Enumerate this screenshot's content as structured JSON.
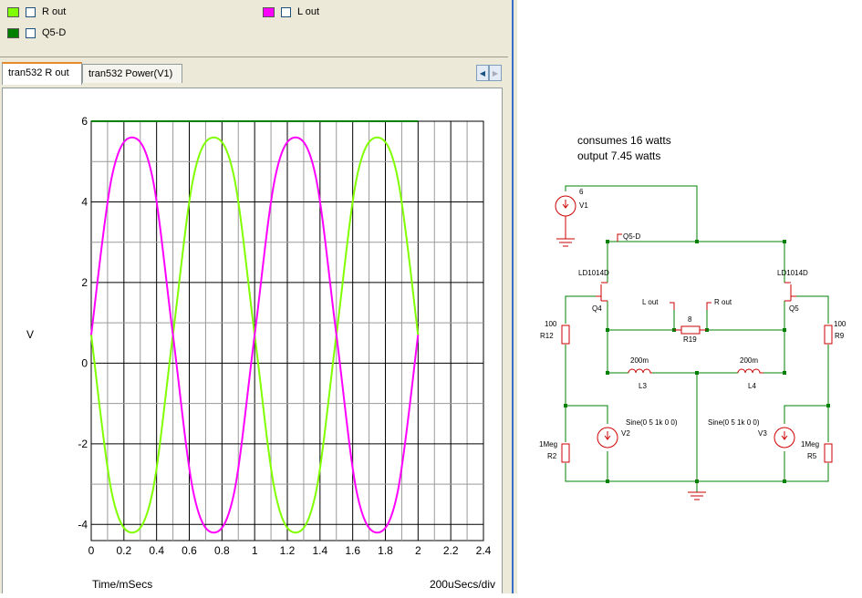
{
  "legend": {
    "items": [
      {
        "label": "R out",
        "color": "#80ff00"
      },
      {
        "label": "Q5-D",
        "color": "#008000"
      },
      {
        "label": "L out",
        "color": "#ff00ff"
      }
    ]
  },
  "tabs": [
    {
      "label": "tran532 R out",
      "active": true
    },
    {
      "label": "tran532 Power(V1)",
      "active": false
    }
  ],
  "tab_nav": {
    "left_icon": "triangle-left-icon",
    "right_icon": "triangle-right-icon"
  },
  "plot": {
    "y_unit": "V",
    "x_label": "Time/mSecs",
    "x_scale": "200uSecs/div"
  },
  "chart_data": {
    "type": "line",
    "xlim": [
      0,
      2.4
    ],
    "ylim": [
      -4.4,
      6
    ],
    "x_ticks": [
      "0",
      "0.2",
      "0.4",
      "0.6",
      "0.8",
      "1",
      "1.2",
      "1.4",
      "1.6",
      "1.8",
      "2",
      "2.2",
      "2.4"
    ],
    "y_ticks": [
      "-4",
      "-2",
      "0",
      "2",
      "4",
      "6"
    ],
    "grid": true,
    "series": [
      {
        "name": "R out",
        "color": "#80ff00",
        "x": [
          0,
          0.125,
          0.25,
          0.375,
          0.5,
          0.625,
          0.75,
          0.875,
          1.0,
          1.125,
          1.25,
          1.375,
          1.5,
          1.625,
          1.75,
          1.875,
          2.0
        ],
        "y": [
          0.7,
          -3.2,
          -4.2,
          -3.2,
          0.7,
          4.6,
          5.6,
          4.6,
          0.7,
          -3.2,
          -4.2,
          -3.2,
          0.7,
          4.6,
          5.6,
          4.6,
          0.7
        ]
      },
      {
        "name": "L out",
        "color": "#ff00ff",
        "x": [
          0,
          0.125,
          0.25,
          0.375,
          0.5,
          0.625,
          0.75,
          0.875,
          1.0,
          1.125,
          1.25,
          1.375,
          1.5,
          1.625,
          1.75,
          1.875,
          2.0
        ],
        "y": [
          0.7,
          4.6,
          5.6,
          4.6,
          0.7,
          -3.2,
          -4.2,
          -3.2,
          0.7,
          4.6,
          5.6,
          4.6,
          0.7,
          -3.2,
          -4.2,
          -3.2,
          0.7
        ]
      },
      {
        "name": "Q5-D",
        "color": "#008000",
        "x": [
          0,
          2.0
        ],
        "y": [
          6,
          6
        ]
      }
    ]
  },
  "schematic": {
    "notes": [
      "consumes 16 watts",
      "output 7.45 watts"
    ],
    "wire_color": "#008000",
    "part_color": "#cc0000",
    "labels": {
      "v1_value": "6",
      "v1_name": "V1",
      "probe_q5d": "Q5-D",
      "q4_model": "LD1014D",
      "q4_name": "Q4",
      "q5_model": "LD1014D",
      "q5_name": "Q5",
      "probe_lout": "L out",
      "probe_rout": "R out",
      "r19_value": "8",
      "r19_name": "R19",
      "r12_value": "100",
      "r12_name": "R12",
      "r9_value": "100",
      "r9_name": "R9",
      "l3_value": "200m",
      "l3_name": "L3",
      "l4_value": "200m",
      "l4_name": "L4",
      "v2_value": "Sine(0 5 1k 0 0)",
      "v2_name": "V2",
      "v3_value": "Sine(0 5 1k 0 0)",
      "v3_name": "V3",
      "r2_value": "1Meg",
      "r2_name": "R2",
      "r5_value": "1Meg",
      "r5_name": "R5"
    }
  }
}
